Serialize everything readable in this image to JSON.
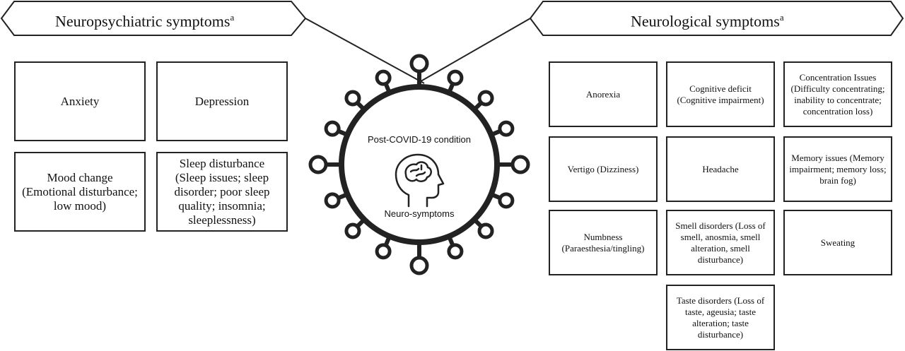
{
  "banners": {
    "left": {
      "title": "Neuropsychiatric symptoms",
      "sup": "a"
    },
    "right": {
      "title": "Neurological symptoms",
      "sup": "a"
    }
  },
  "center": {
    "title": "Post-COVID-19 condition",
    "subtitle": "Neuro-symptoms",
    "icon": "head-brain-icon"
  },
  "neuropsychiatric": [
    "Anxiety",
    "Depression",
    "Mood change (Emotional disturbance; low mood)",
    "Sleep disturbance (Sleep issues; sleep disorder; poor sleep quality; insomnia; sleeplessness)"
  ],
  "neurological": [
    "Anorexia",
    "Cognitive deficit (Cognitive impairment)",
    "Concentration Issues (Difficulty concentrating; inability to concentrate; concentration loss)",
    "Vertigo (Dizziness)",
    "Headache",
    "Memory issues (Memory impairment; memory loss; brain fog)",
    "Numbness (Paraesthesia/tingling)",
    "Smell disorders (Loss of smell, anosmia, smell alteration, smell disturbance)",
    "Sweating",
    "Taste disorders (Loss of taste, ageusia; taste alteration; taste disturbance)"
  ]
}
